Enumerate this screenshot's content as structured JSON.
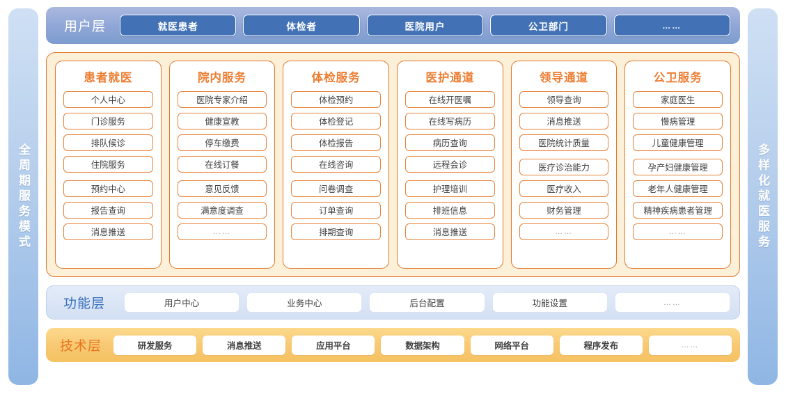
{
  "rails": {
    "left": {
      "text": "全周期服务模式"
    },
    "right": {
      "text": "多样化就医服务"
    }
  },
  "user_layer": {
    "title": "用户层",
    "items": [
      {
        "label": "就医患者"
      },
      {
        "label": "体检者"
      },
      {
        "label": "医院用户"
      },
      {
        "label": "公卫部门"
      },
      {
        "label": "……"
      }
    ]
  },
  "service_panel": {
    "columns": [
      {
        "title": "患者就医",
        "items": [
          "个人中心",
          "门诊服务",
          "排队候诊",
          "住院服务",
          "预约中心",
          "报告查询",
          "消息推送"
        ]
      },
      {
        "title": "院内服务",
        "items": [
          "医院专家介绍",
          "健康宣教",
          "停车缴费",
          "在线订餐",
          "意见反馈",
          "满意度调查",
          "……"
        ]
      },
      {
        "title": "体检服务",
        "items": [
          "体检预约",
          "体检登记",
          "体检报告",
          "在线咨询",
          "问卷调查",
          "订单查询",
          "排期查询"
        ]
      },
      {
        "title": "医护通道",
        "items": [
          "在线开医嘱",
          "在线写病历",
          "病历查询",
          "远程会诊",
          "护理培训",
          "排班信息",
          "消息推送"
        ]
      },
      {
        "title": "领导通道",
        "items": [
          "领导查询",
          "消息推送",
          "医院统计质量",
          "医疗诊治能力",
          "医疗收入",
          "财务管理",
          "……"
        ]
      },
      {
        "title": "公卫服务",
        "items": [
          "家庭医生",
          "慢病管理",
          "儿童健康管理",
          "孕产妇健康管理",
          "老年人健康管理",
          "精神疾病患者管理",
          "……"
        ]
      }
    ]
  },
  "function_layer": {
    "title": "功能层",
    "items": [
      {
        "label": "用户中心"
      },
      {
        "label": "业务中心"
      },
      {
        "label": "后台配置"
      },
      {
        "label": "功能设置"
      },
      {
        "label": "……"
      }
    ]
  },
  "tech_layer": {
    "title": "技术层",
    "items": [
      {
        "label": "研发服务"
      },
      {
        "label": "消息推送"
      },
      {
        "label": "应用平台"
      },
      {
        "label": "数据架构"
      },
      {
        "label": "网络平台"
      },
      {
        "label": "程序发布"
      },
      {
        "label": "……"
      }
    ]
  },
  "colors": {
    "user_layer_bg": "#8ea6d6",
    "user_pill_bg": "#4272b5",
    "service_border": "#e2762a",
    "service_panel_bg": "#fdf0d8",
    "service_title": "#ed7d31",
    "function_layer_bg": "#d3e0f3",
    "function_title": "#3a6fbd",
    "tech_layer_bg": "#f8c974",
    "tech_title": "#e8761f",
    "rail_bg": "#b4cdec"
  }
}
